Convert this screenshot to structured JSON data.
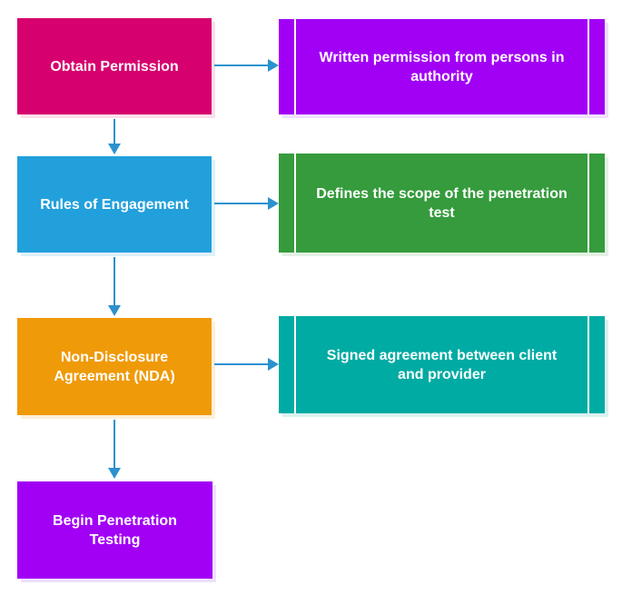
{
  "flow": {
    "connector_color": "#2B92CF",
    "steps": [
      {
        "label": "Obtain Permission",
        "color": "#D6006E",
        "shadow": "#FBDEEC",
        "detail": {
          "label": "Written permission from persons in\nauthority",
          "color": "#A100F5",
          "shadow": "#EFE1FC"
        }
      },
      {
        "label": "Rules of Engagement",
        "color": "#22A0DC",
        "shadow": "#DEF1FA",
        "detail": {
          "label": "Defines the scope of the penetration\ntest",
          "color": "#359B3C",
          "shadow": "#E3F1E3"
        }
      },
      {
        "label": "Non-Disclosure\nAgreement (NDA)",
        "color": "#EF9A09",
        "shadow": "#FDEFD9",
        "detail": {
          "label": "Signed agreement between client\nand provider",
          "color": "#00ABA3",
          "shadow": "#DAF1F0"
        }
      },
      {
        "label": "Begin Penetration\nTesting",
        "color": "#A100F5",
        "shadow": "#EFE1FC"
      }
    ]
  }
}
